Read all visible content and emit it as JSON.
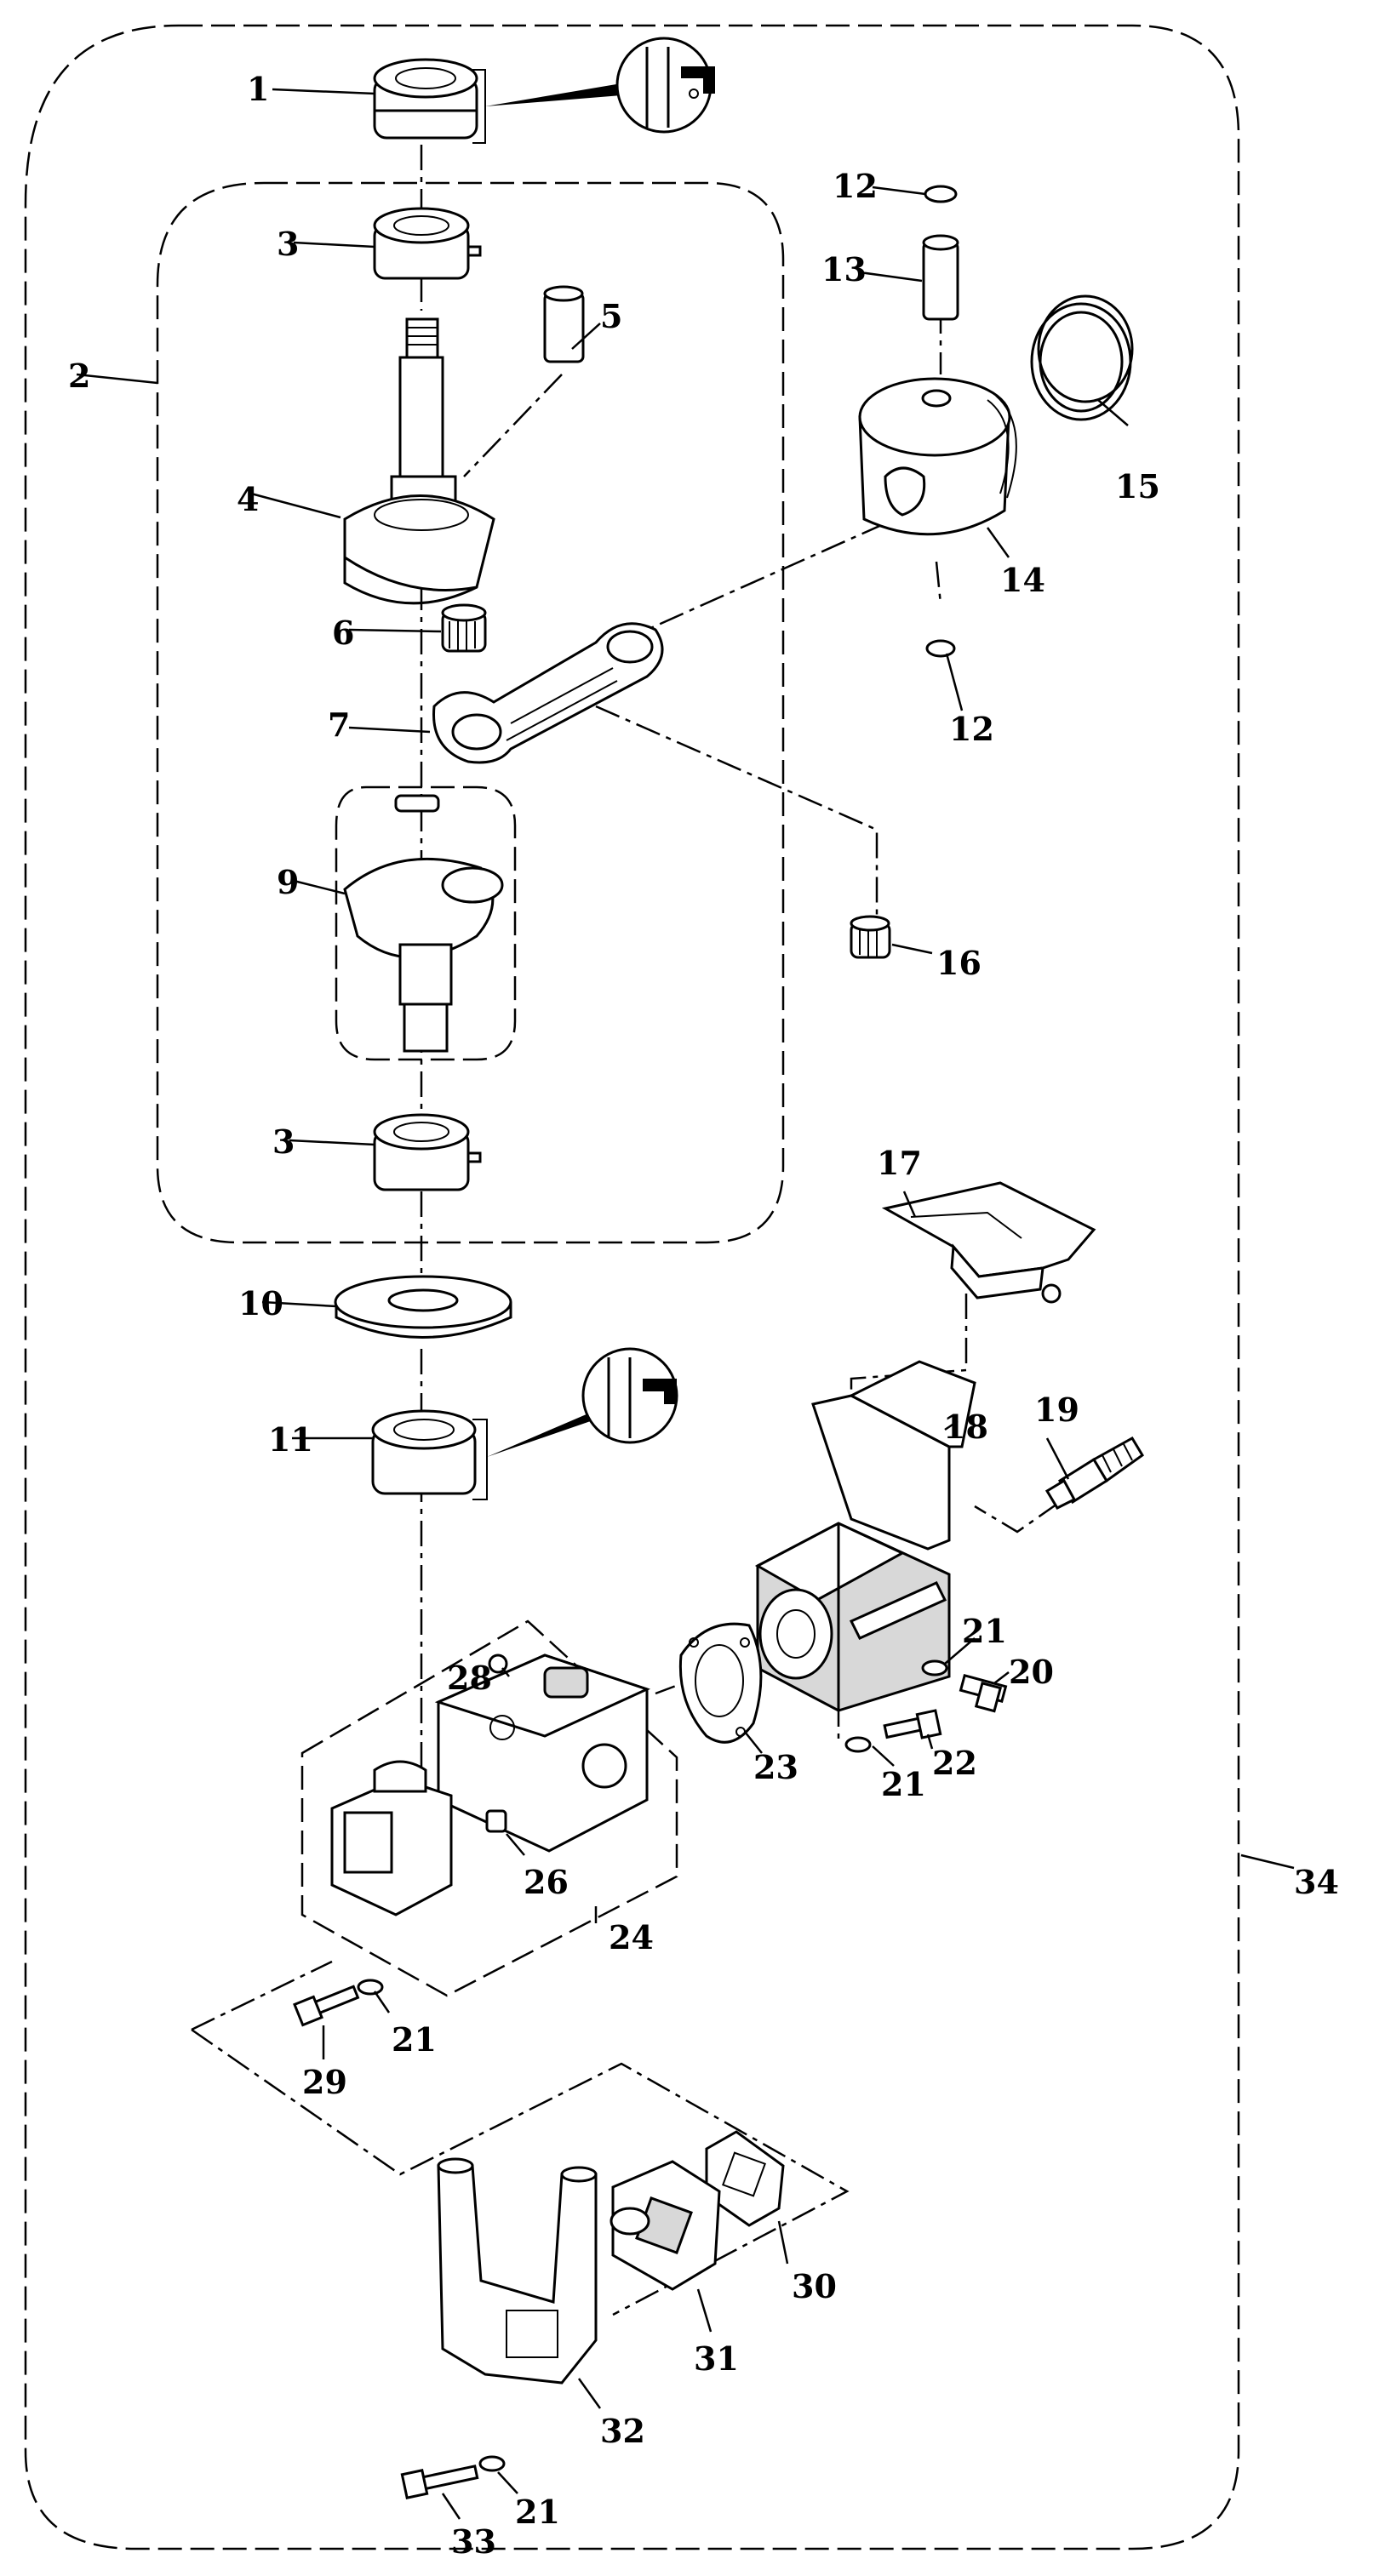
{
  "labels": {
    "p1": "1",
    "p2": "2",
    "p3a": "3",
    "p3b": "3",
    "p4": "4",
    "p5": "5",
    "p6": "6",
    "p7": "7",
    "p9": "9",
    "p10": "10",
    "p11": "11",
    "p12a": "12",
    "p12b": "12",
    "p13": "13",
    "p14": "14",
    "p15": "15",
    "p16": "16",
    "p17": "17",
    "p18": "18",
    "p19": "19",
    "p20": "20",
    "p21a": "21",
    "p21b": "21",
    "p21c": "21",
    "p21d": "21",
    "p22": "22",
    "p23": "23",
    "p24": "24",
    "p26": "26",
    "p28": "28",
    "p29": "29",
    "p30": "30",
    "p31": "31",
    "p32": "32",
    "p33": "33",
    "p34": "34"
  }
}
